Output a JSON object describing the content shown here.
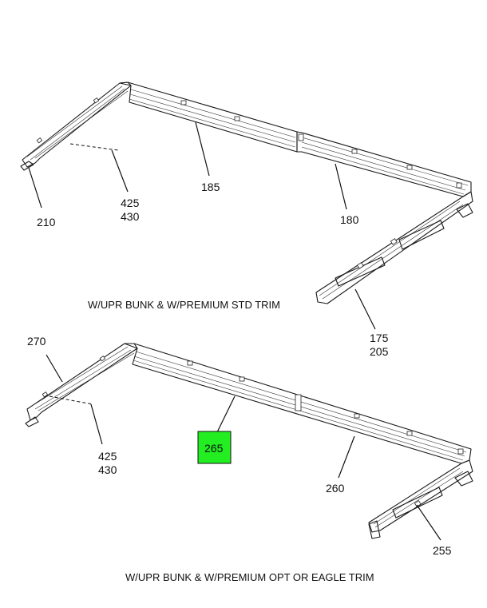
{
  "diagram_1": {
    "callouts": {
      "c185": "185",
      "c425": "425",
      "c430": "430",
      "c210": "210",
      "c180": "180",
      "c175": "175",
      "c205": "205"
    },
    "caption": "W/UPR BUNK & W/PREMIUM STD TRIM"
  },
  "diagram_2": {
    "callouts": {
      "c270": "270",
      "c425": "425",
      "c430": "430",
      "c265": "265",
      "c260": "260",
      "c255": "255"
    },
    "caption": "W/UPR BUNK & W/PREMIUM OPT OR EAGLE TRIM"
  },
  "colors": {
    "highlight": "#22ee22",
    "line": "#1a1a1a"
  }
}
